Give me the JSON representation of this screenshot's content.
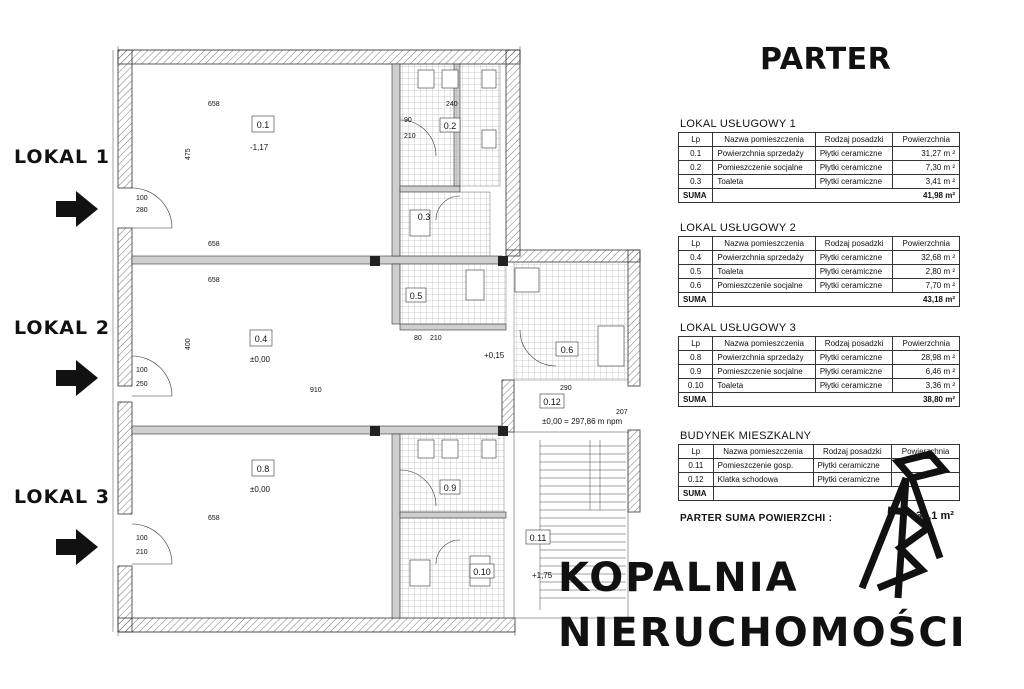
{
  "title": "PARTER",
  "lokal_labels": [
    "LOKAL 1",
    "LOKAL 2",
    "LOKAL 3"
  ],
  "headers": [
    "Lp",
    "Nazwa pomieszczenia",
    "Rodzaj posadzki",
    "Powierzchnia"
  ],
  "tables": [
    {
      "caption": "LOKAL USŁUGOWY 1",
      "rows": [
        [
          "0.1",
          "Powierzchnia sprzedaży",
          "Płytki ceramiczne",
          "31,27 m ²"
        ],
        [
          "0.2",
          "Pomieszczenie socjalne",
          "Płytki ceramiczne",
          "7,30 m ²"
        ],
        [
          "0.3",
          "Toaleta",
          "Płytki ceramiczne",
          "3,41 m ²"
        ]
      ],
      "sum_label": "SUMA",
      "sum_value": "41,98 m²"
    },
    {
      "caption": "LOKAL USŁUGOWY 2",
      "rows": [
        [
          "0.4",
          "Powierzchnia sprzedaży",
          "Płytki ceramiczne",
          "32,68 m ²"
        ],
        [
          "0.5",
          "Toaleta",
          "Płytki ceramiczne",
          "2,80 m ²"
        ],
        [
          "0.6",
          "Pomieszczenie socjalne",
          "Płytki ceramiczne",
          "7,70 m ²"
        ]
      ],
      "sum_label": "SUMA",
      "sum_value": "43,18 m²"
    },
    {
      "caption": "LOKAL USŁUGOWY 3",
      "rows": [
        [
          "0.8",
          "Powierzchnia sprzedaży",
          "Płytki ceramiczne",
          "28,98 m ²"
        ],
        [
          "0.9",
          "Pomieszczenie socjalne",
          "Płytki ceramiczne",
          "6,46 m ²"
        ],
        [
          "0.10",
          "Toaleta",
          "Płytki ceramiczne",
          "3,36 m ²"
        ]
      ],
      "sum_label": "SUMA",
      "sum_value": "38,80 m²"
    },
    {
      "caption": "BUDYNEK MIESZKALNY",
      "rows": [
        [
          "0.11",
          "Pomieszczenie gosp.",
          "Płytki ceramiczne",
          ""
        ],
        [
          "0.12",
          "Klatka schodowa",
          "Płytki ceramiczne",
          ""
        ]
      ],
      "sum_label": "SUMA",
      "sum_value": ""
    }
  ],
  "total_label": "PARTER SUMA POWIERZCHI :",
  "total_value": "32,1 m²",
  "brand": {
    "line1": "KOPALNIA",
    "line2": "NIERUCHOMOŚCI"
  },
  "plan_labels": {
    "room_ids": [
      "0.1",
      "0.2",
      "0.3",
      "0.4",
      "0.5",
      "0.6",
      "0.8",
      "0.9",
      "0.10",
      "0.11",
      "0.12"
    ],
    "levels": [
      "-1,17",
      "±0,00",
      "±0,00",
      "+0,15",
      "±0,00 = 297,86 m npm",
      "+1,75"
    ],
    "dims": [
      "658",
      "658",
      "658",
      "658",
      "910",
      "475",
      "400",
      "240",
      "90",
      "210",
      "100",
      "280",
      "100",
      "250",
      "100",
      "210",
      "290",
      "207",
      "80",
      "210"
    ]
  },
  "colors": {
    "ink": "#111111",
    "wall": "#9a9a9a",
    "wallhatch": "#555555"
  }
}
